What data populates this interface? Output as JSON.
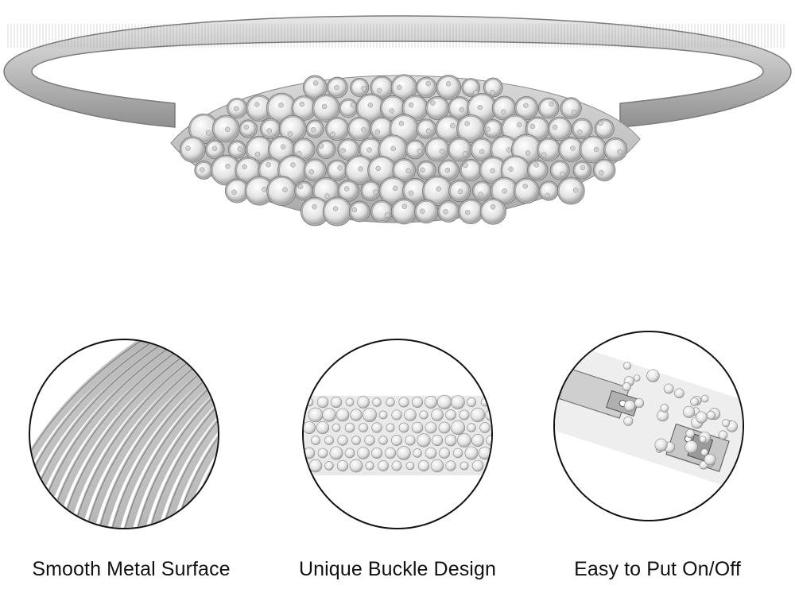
{
  "captions": {
    "left": "Smooth Metal Surface",
    "middle": "Unique Buckle Design",
    "right": "Easy to Put On/Off"
  },
  "colors": {
    "background": "#ffffff",
    "metal": "#c9c9c9",
    "metal_dark": "#8c8c8c",
    "rhinestone": "#f2f2f2",
    "outline": "#111111"
  }
}
